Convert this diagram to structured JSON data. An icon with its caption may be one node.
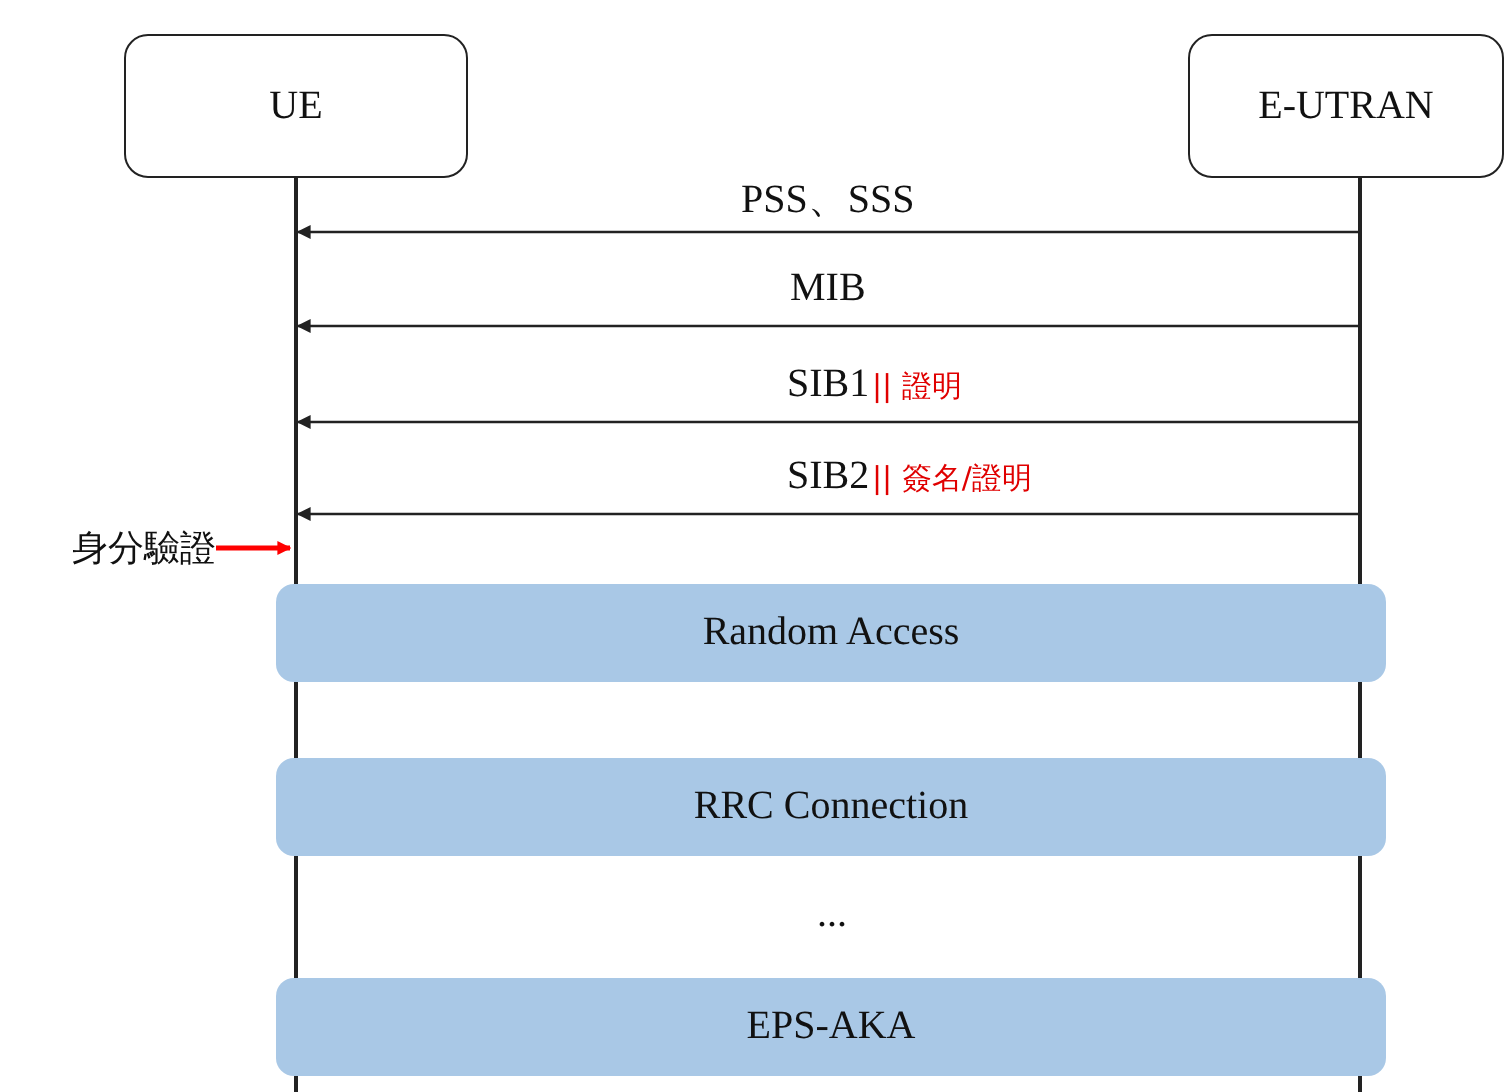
{
  "diagram": {
    "nodes": [
      {
        "text": [
          "UE"
        ]
      },
      {
        "text": [
          "E-UTRAN"
        ]
      },
      {
        "text": [
          "Random Access"
        ]
      },
      {
        "text": [
          "RRC Connection"
        ]
      },
      {
        "text": [
          "EPS-AKA"
        ]
      },
      {
        "text": [
          "身分驗證"
        ]
      }
    ],
    "edges": [
      {
        "from": 1,
        "to": 0,
        "arrow": "to",
        "label": "PSS、SSS"
      },
      {
        "from": 1,
        "to": 0,
        "arrow": "to",
        "label": "MIB"
      },
      {
        "from": 1,
        "to": 0,
        "arrow": "to",
        "label": "SIB1"
      },
      {
        "from": 1,
        "to": 0,
        "arrow": "to",
        "label": "SIB2"
      },
      {
        "from": 5,
        "to": 0,
        "arrow": "to",
        "color": "#ff0000"
      }
    ],
    "labels": [
      "|| 證明",
      "|| 簽名/證明",
      "..."
    ]
  }
}
